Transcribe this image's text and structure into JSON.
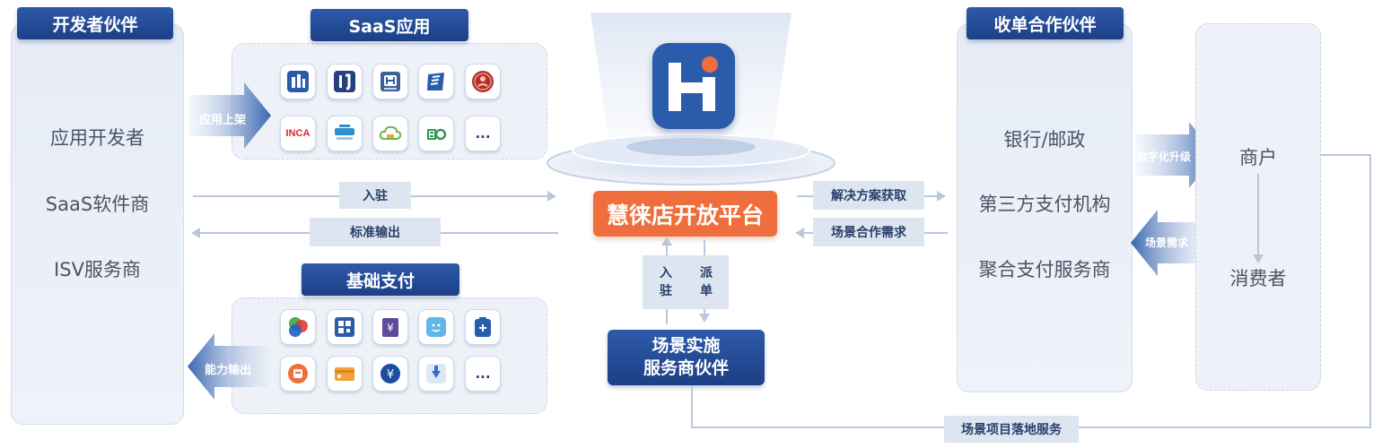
{
  "developer_partners": {
    "header": "开发者伙伴",
    "items": [
      "应用开发者",
      "SaaS软件商",
      "ISV服务商"
    ]
  },
  "saas_apps": {
    "header": "SaaS应用",
    "arrow_label": "应用上架",
    "icons": [
      "building-app-icon",
      "rj-app-icon",
      "smart-h-app-icon",
      "book-app-icon",
      "red-seal-app-icon",
      "inca-app-icon",
      "huiguanjia-app-icon",
      "cloud-app-icon",
      "green-brand-app-icon",
      "more-icon"
    ],
    "inca_text": "INCA",
    "more_text": "..."
  },
  "basic_payment": {
    "header": "基础支付",
    "arrow_label": "能力输出",
    "icons": [
      "multicolor-pay-icon",
      "qr-code-icon",
      "yuan-doc-icon",
      "face-pay-icon",
      "clipboard-plus-icon",
      "receipt-icon",
      "card-icon",
      "yuan-coin-icon",
      "download-icon",
      "more-icon"
    ],
    "more_text": "..."
  },
  "platform": {
    "title": "慧徕店开放平台",
    "logo_color": "#2b5cab",
    "accent": "#ee6f3d"
  },
  "flows": {
    "join": "入驻",
    "standard_output": "标准输出",
    "solution_get": "解决方案获取",
    "scene_coop": "场景合作需求",
    "vertical_join": "入\n驻",
    "vertical_dispatch": "派\n单",
    "digital_upgrade": "数字化升级",
    "scene_demand": "场景需求",
    "project_service": "场景项目落地服务"
  },
  "scene_partner": {
    "line1": "场景实施",
    "line2": "服务商伙伴"
  },
  "acquiring_partners": {
    "header": "收单合作伙伴",
    "items": [
      "银行/邮政",
      "第三方支付机构",
      "聚合支付服务商"
    ]
  },
  "merchant_panel": {
    "merchant": "商户",
    "consumer": "消费者"
  }
}
